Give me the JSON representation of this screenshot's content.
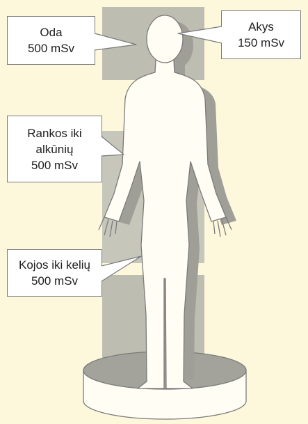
{
  "callouts": {
    "skin": {
      "label": "Oda",
      "dose": "500 mSv"
    },
    "eyes": {
      "label": "Akys",
      "dose": "150 mSv"
    },
    "arms": {
      "label_line1": "Rankos iki",
      "label_line2": "alkūnių",
      "dose": "500 mSv"
    },
    "legs": {
      "label": "Kojos iki kelių",
      "dose": "500 mSv"
    }
  },
  "colors": {
    "background": "#fdf8dc",
    "dose_zone": "#bdbdb1",
    "body_fill": "#fffdf4",
    "outline": "#7a7a7a",
    "shadow": "#9f9f98"
  }
}
